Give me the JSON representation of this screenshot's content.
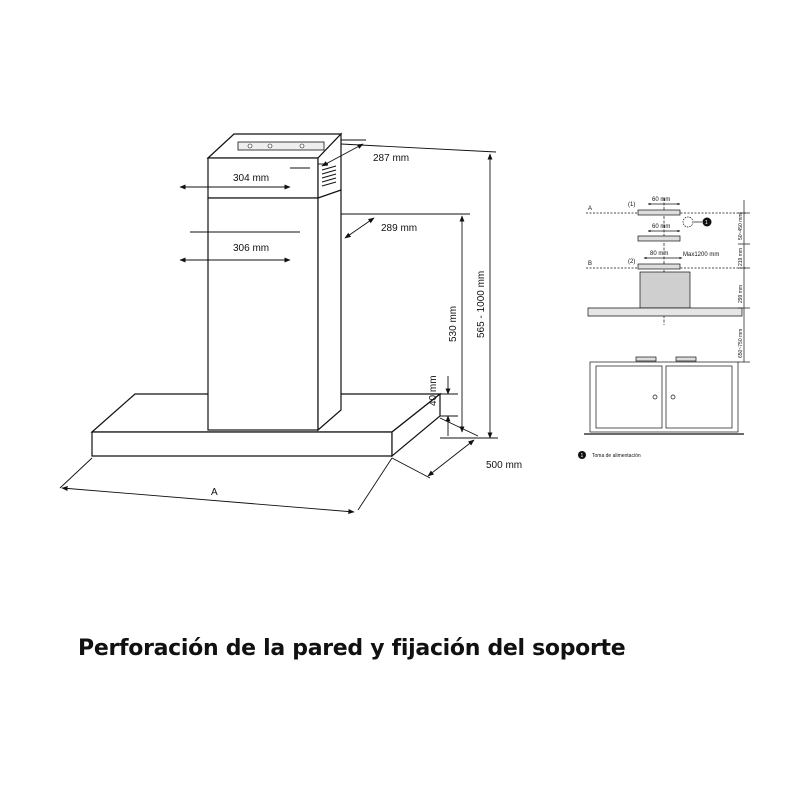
{
  "caption": "Perforación de la pared y fijación del soporte",
  "main_diagram": {
    "dims": {
      "upper_depth": "287 mm",
      "upper_width": "304 mm",
      "lower_depth": "289 mm",
      "lower_width": "306 mm",
      "chimney_height": "530 mm",
      "total_height": "565 - 1000 mm",
      "canopy_thickness": "40 mm",
      "canopy_depth": "500 mm",
      "canopy_width": "A"
    }
  },
  "installation_diagram": {
    "line_a": "A",
    "line_b": "B",
    "bracket_1": "(1)",
    "bracket_2": "(2)",
    "spacing_top": "60 mm",
    "spacing_mid": "60 mm",
    "spacing_bottom": "80 mm",
    "max_label": "Max1200 mm",
    "v_dim_1": "50~450 mm",
    "v_dim_2": "219 mm",
    "v_dim_3": "299 mm",
    "v_dim_4": "650~750 mm",
    "marker_number": "1",
    "legend_number": "1",
    "legend_text": "Toma de alimentación"
  }
}
